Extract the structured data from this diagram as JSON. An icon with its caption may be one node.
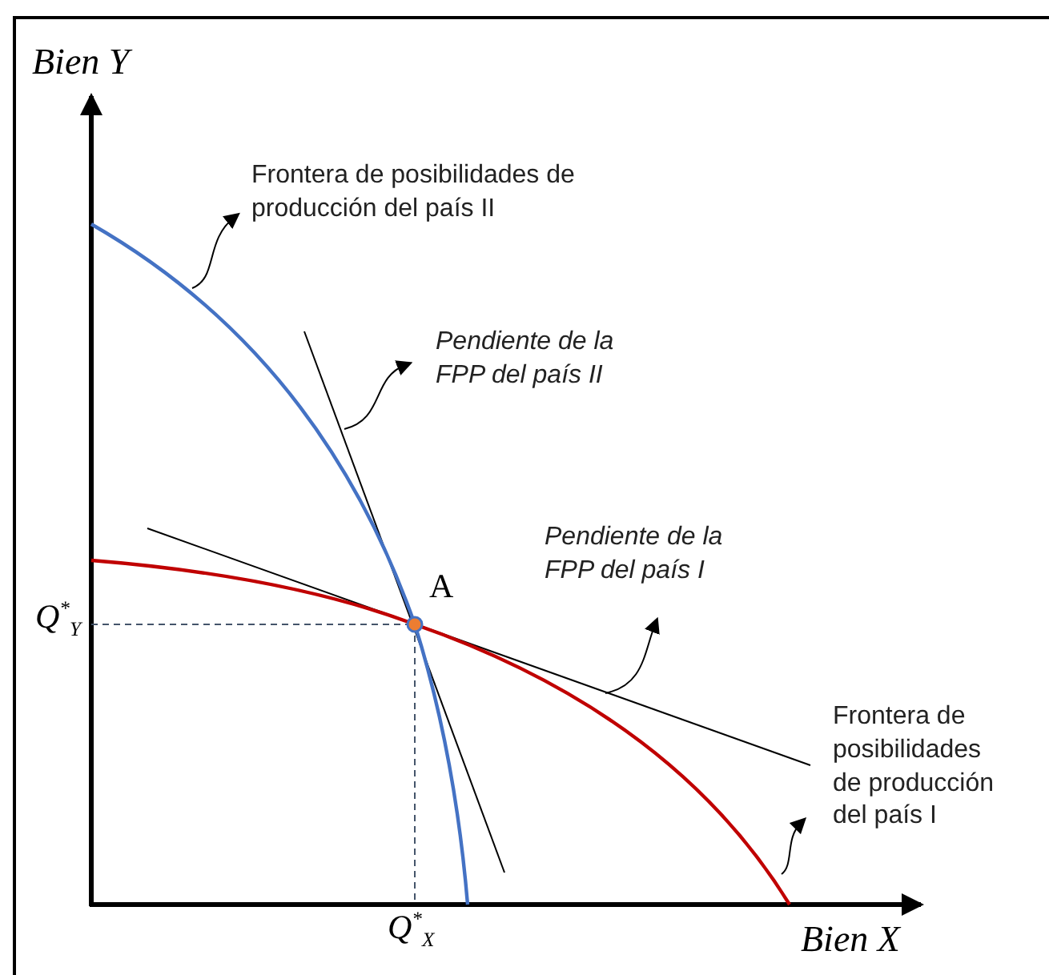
{
  "diagram": {
    "nodes": [
      {
        "text": [
          "Frontera de posibilidades de producción del país II"
        ]
      },
      {
        "text": [
          "Pendiente de la FPP del país II"
        ]
      },
      {
        "text": [
          "Pendiente de la FPP del país I"
        ]
      },
      {
        "text": [
          "Frontera de posibilidades de producción del país I"
        ]
      }
    ],
    "edges": [
      {
        "from": null,
        "to": 0,
        "arrow": "to"
      },
      {
        "from": null,
        "to": 1,
        "arrow": "to"
      },
      {
        "from": null,
        "to": 2,
        "arrow": "to"
      },
      {
        "from": null,
        "to": 3,
        "arrow": "to"
      }
    ],
    "labels": [
      "Bien Y",
      "A",
      "Q$^{*}$$_{Y}$",
      "Q$^{*}$$_{X}$",
      "Bien X"
    ]
  }
}
